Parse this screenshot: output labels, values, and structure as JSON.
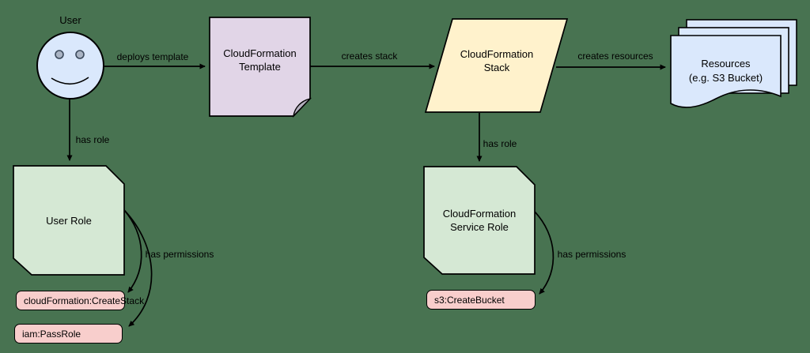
{
  "background": "#487351",
  "palette": {
    "node_blue": "#dae8fc",
    "node_purple": "#e1d5e7",
    "node_yellow": "#fff2cc",
    "node_green": "#d5e8d4",
    "node_pink": "#f8cecc",
    "stroke": "#000000",
    "fold_gray": "#b5b0bf"
  },
  "nodes": {
    "user": {
      "label": "User"
    },
    "template": {
      "label": "CloudFormation\nTemplate"
    },
    "stack": {
      "label": "CloudFormation\nStack"
    },
    "resources": {
      "label": "Resources\n(e.g. S3 Bucket)"
    },
    "user_role": {
      "label": "User Role"
    },
    "service_role": {
      "label": "CloudFormation\nService Role"
    },
    "perm_create_stack": {
      "label": "cloudFormation:CreateStack"
    },
    "perm_pass_role": {
      "label": "iam:PassRole"
    },
    "perm_create_bucket": {
      "label": "s3:CreateBucket"
    }
  },
  "edges": {
    "deploys_template": {
      "label": "deploys template"
    },
    "creates_stack": {
      "label": "creates stack"
    },
    "creates_resources": {
      "label": "creates resources"
    },
    "user_has_role": {
      "label": "has role"
    },
    "stack_has_role": {
      "label": "has role"
    },
    "user_has_permissions": {
      "label": "has permissions"
    },
    "stack_has_permissions": {
      "label": "has permissions"
    }
  }
}
